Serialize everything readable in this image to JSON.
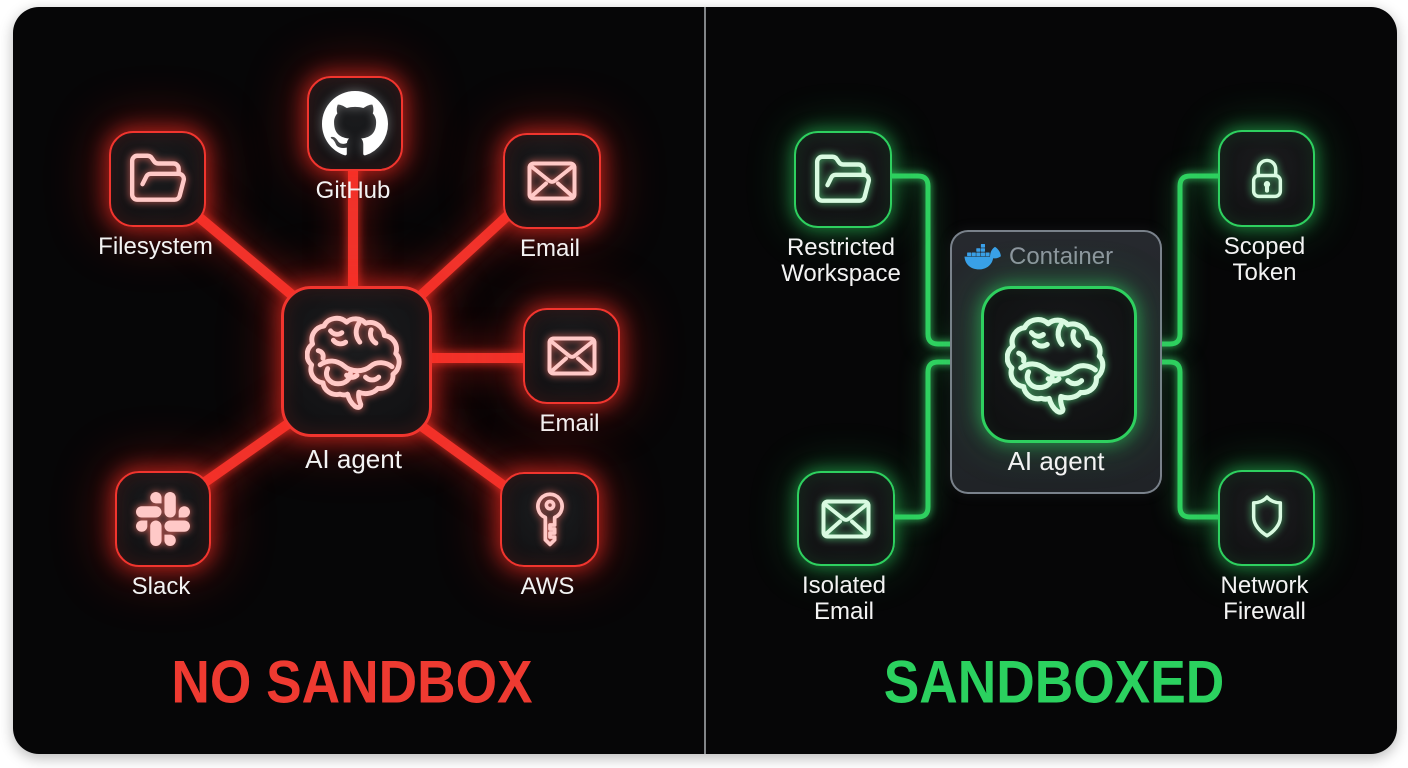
{
  "left_panel": {
    "title": "NO SANDBOX",
    "title_color": "#ee3a31",
    "accent_color": "#f1352e",
    "center_node": {
      "label": "AI agent",
      "icon": "brain-icon"
    },
    "nodes": [
      {
        "label": "Filesystem",
        "icon": "folder-icon"
      },
      {
        "label": "GitHub",
        "icon": "github-icon"
      },
      {
        "label": "Email",
        "icon": "envelope-icon"
      },
      {
        "label": "Email",
        "icon": "envelope-icon"
      },
      {
        "label": "Slack",
        "icon": "slack-icon"
      },
      {
        "label": "AWS",
        "icon": "key-icon"
      }
    ]
  },
  "right_panel": {
    "title": "SANDBOXED",
    "title_color": "#2bd15f",
    "accent_color": "#2ed05f",
    "container": {
      "label": "Container",
      "icon": "docker-icon"
    },
    "center_node": {
      "label": "AI agent",
      "icon": "brain-icon"
    },
    "nodes": [
      {
        "label": "Restricted Workspace",
        "icon": "folder-icon"
      },
      {
        "label": "Scoped Token",
        "icon": "lock-icon"
      },
      {
        "label": "Isolated Email",
        "icon": "envelope-icon"
      },
      {
        "label": "Network Firewall",
        "icon": "shield-icon"
      }
    ]
  }
}
